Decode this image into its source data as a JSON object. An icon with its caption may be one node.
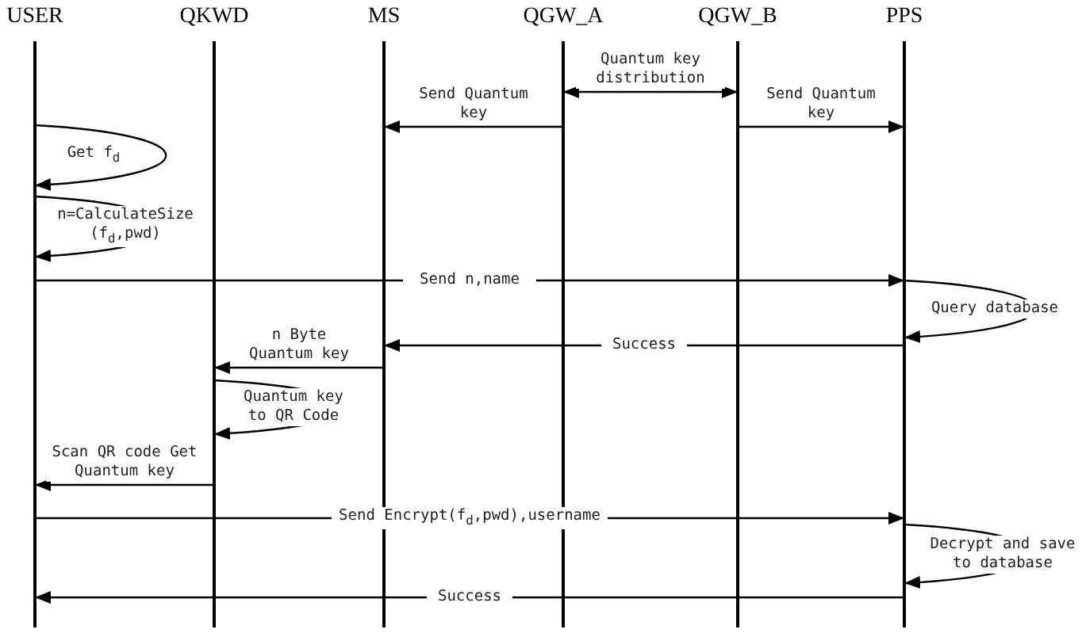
{
  "diagram": {
    "nodes": [
      {
        "text": [
          "USER"
        ]
      },
      {
        "text": [
          "QKWD"
        ]
      },
      {
        "text": [
          "MS"
        ]
      },
      {
        "text": [
          "QGW_A"
        ]
      },
      {
        "text": [
          "QGW_B"
        ]
      },
      {
        "text": [
          "PPS"
        ]
      }
    ],
    "edges": [
      {
        "from": 3,
        "to": 4,
        "arrow": "both",
        "label": "Quantum key distribution"
      },
      {
        "from": 3,
        "to": 2,
        "arrow": "to",
        "label": "Send Quantum key"
      },
      {
        "from": 4,
        "to": 5,
        "arrow": "to",
        "label": "Send Quantum key"
      },
      {
        "from": 0,
        "to": 0,
        "arrow": "to",
        "label": "Get f$_{d}$"
      },
      {
        "from": 0,
        "to": 0,
        "arrow": "to",
        "label": "n=CalculateSize (f$_{d}$,pwd)"
      },
      {
        "from": 0,
        "to": 5,
        "arrow": "to",
        "label": "Send n,name"
      },
      {
        "from": 5,
        "to": 5,
        "arrow": "to",
        "label": "Query database"
      },
      {
        "from": 5,
        "to": 2,
        "arrow": "to",
        "label": "Success"
      },
      {
        "from": 2,
        "to": 1,
        "arrow": "to",
        "label": "n Byte Quantum key"
      },
      {
        "from": 1,
        "to": 1,
        "arrow": "to",
        "label": "Quantum key to QR Code"
      },
      {
        "from": 1,
        "to": 0,
        "arrow": "to",
        "label": "Scan QR code Get Quantum key"
      },
      {
        "from": 0,
        "to": 5,
        "arrow": "to",
        "label": "Send Encrypt(f$_{d}$,pwd),username"
      },
      {
        "from": 5,
        "to": 5,
        "arrow": "to",
        "label": "Decrypt and save to database"
      },
      {
        "from": 5,
        "to": 0,
        "arrow": "to",
        "label": "Success"
      }
    ]
  }
}
